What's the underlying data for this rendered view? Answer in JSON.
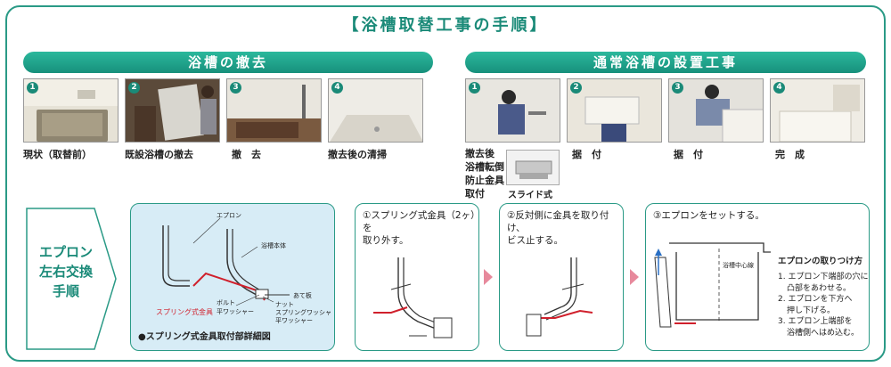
{
  "title": "【浴槽取替工事の手順】",
  "removal": {
    "heading": "浴槽の撤去",
    "steps": [
      {
        "num": "1",
        "caption": "現状（取替前）"
      },
      {
        "num": "2",
        "caption": "既設浴槽の撤去"
      },
      {
        "num": "3",
        "caption": "撤　去"
      },
      {
        "num": "4",
        "caption": "撤去後の清掃"
      }
    ]
  },
  "install": {
    "heading": "通常浴槽の設置工事",
    "steps": [
      {
        "num": "1",
        "caption_lines": [
          "撤去後",
          "浴槽転倒",
          "防止金具",
          "取付"
        ],
        "inset_label": "スライド式"
      },
      {
        "num": "2",
        "caption": "据　付"
      },
      {
        "num": "3",
        "caption": "据　付"
      },
      {
        "num": "4",
        "caption": "完　成"
      }
    ]
  },
  "apron": {
    "label_lines": [
      "エプロン",
      "左右交換",
      "手順"
    ],
    "detail": {
      "labels": {
        "apron": "エプロン",
        "body": "浴槽本体",
        "board": "あて板",
        "bolt": "ボルト",
        "washer": "平ワッシャー",
        "nut": "ナット",
        "spring_washer": "スプリングワッシャー",
        "washer2": "平ワッシャー",
        "spring_fitting": "スプリング式金具"
      },
      "caption": "●スプリング式金具取付部詳細図"
    },
    "step1": [
      "①スプリング式金具（2ヶ）を",
      "取り外す。"
    ],
    "step2": [
      "②反対側に金具を取り付け、",
      "ビス止する。"
    ],
    "step3": {
      "text": "③エプロンをセットする。",
      "center_label": "浴槽中心線",
      "how_title": "エプロンの取りつけ方",
      "how_lines": [
        "1. エプロン下端部の穴に",
        "凸部をあわせる。",
        "2. エプロンを下方へ",
        "押し下げる。",
        "3. エプロン上端部を",
        "浴槽側へはめ込む。"
      ]
    }
  },
  "colors": {
    "accent": "#1a8a78",
    "red_part": "#d0202c",
    "arrow": "#e7899c",
    "panel_blue": "#d7ecf6"
  }
}
